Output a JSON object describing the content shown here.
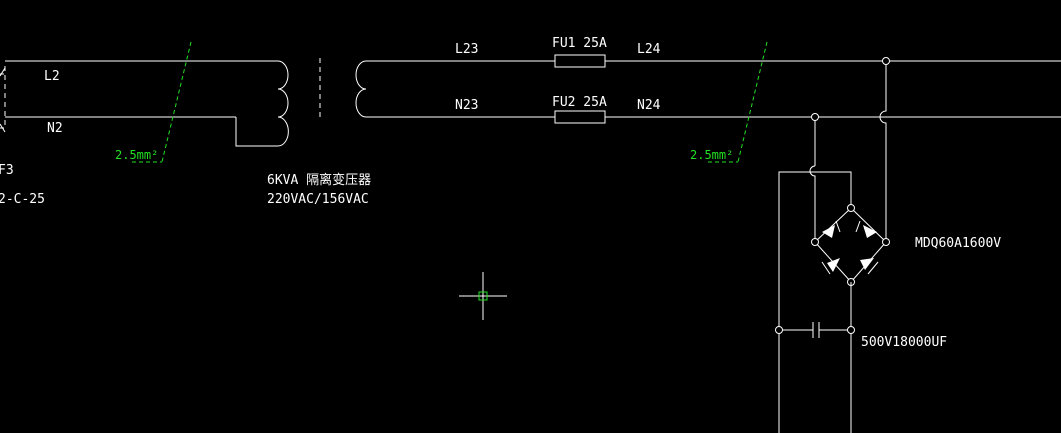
{
  "labels": {
    "l2": "L2",
    "n2": "N2",
    "breaker_id": "F3",
    "breaker_rating": "2-C-25",
    "wire_left": "2.5mm²",
    "transformer_rating": "6KVA 隔离变压器",
    "transformer_voltage": "220VAC/156VAC",
    "l23": "L23",
    "n23": "N23",
    "fu1": "FU1 25A",
    "fu2": "FU2 25A",
    "l24": "L24",
    "n24": "N24",
    "wire_right": "2.5mm²",
    "rectifier": "MDQ60A1600V",
    "capacitor": "500V18000UF"
  },
  "colors": {
    "background": "#000000",
    "wire": "#ffffff",
    "annotation": "#22e022"
  }
}
